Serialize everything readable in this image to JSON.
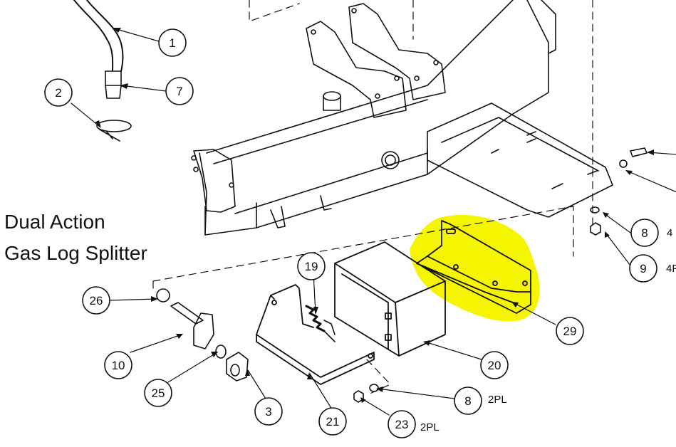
{
  "title": {
    "line1": "Dual Action",
    "line2": "Gas Log Splitter"
  },
  "colors": {
    "line": "#111111",
    "highlight": "#f5f500",
    "background": "#ffffff"
  },
  "balloons": {
    "b1": "1",
    "b2": "2",
    "b7": "7",
    "b8a": "8",
    "b9": "9",
    "b19": "19",
    "b26": "26",
    "b10": "10",
    "b25": "25",
    "b3": "3",
    "b21": "21",
    "b20": "20",
    "b29": "29",
    "b8b": "8",
    "b23": "23"
  },
  "notes": {
    "pl_8": "2PL",
    "pl_23": "2PL",
    "pl_9": "4P",
    "pl_8a": "4"
  },
  "highlighted_part": "29"
}
